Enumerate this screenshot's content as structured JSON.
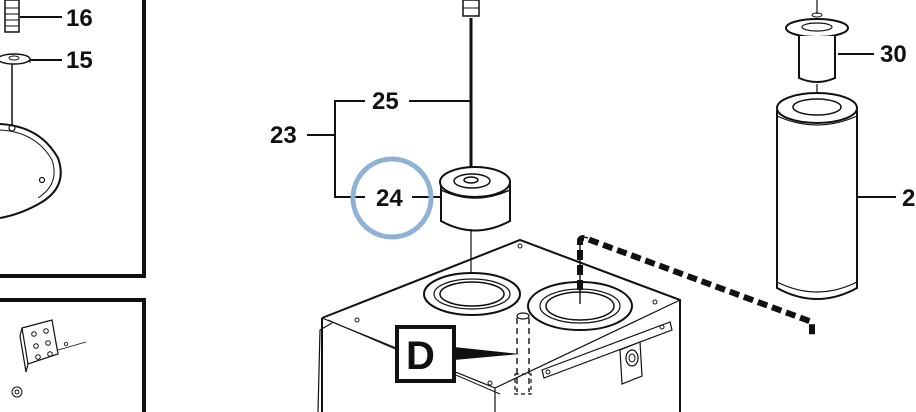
{
  "diagram": {
    "callouts": {
      "c16": "16",
      "c15": "15",
      "c25": "25",
      "c23": "23",
      "c24": "24",
      "c30": "30",
      "c_partial": "2"
    },
    "detail_label": "D",
    "colors": {
      "line": "#111111",
      "highlight": "#8fb2d4",
      "background": "#ffffff"
    }
  }
}
